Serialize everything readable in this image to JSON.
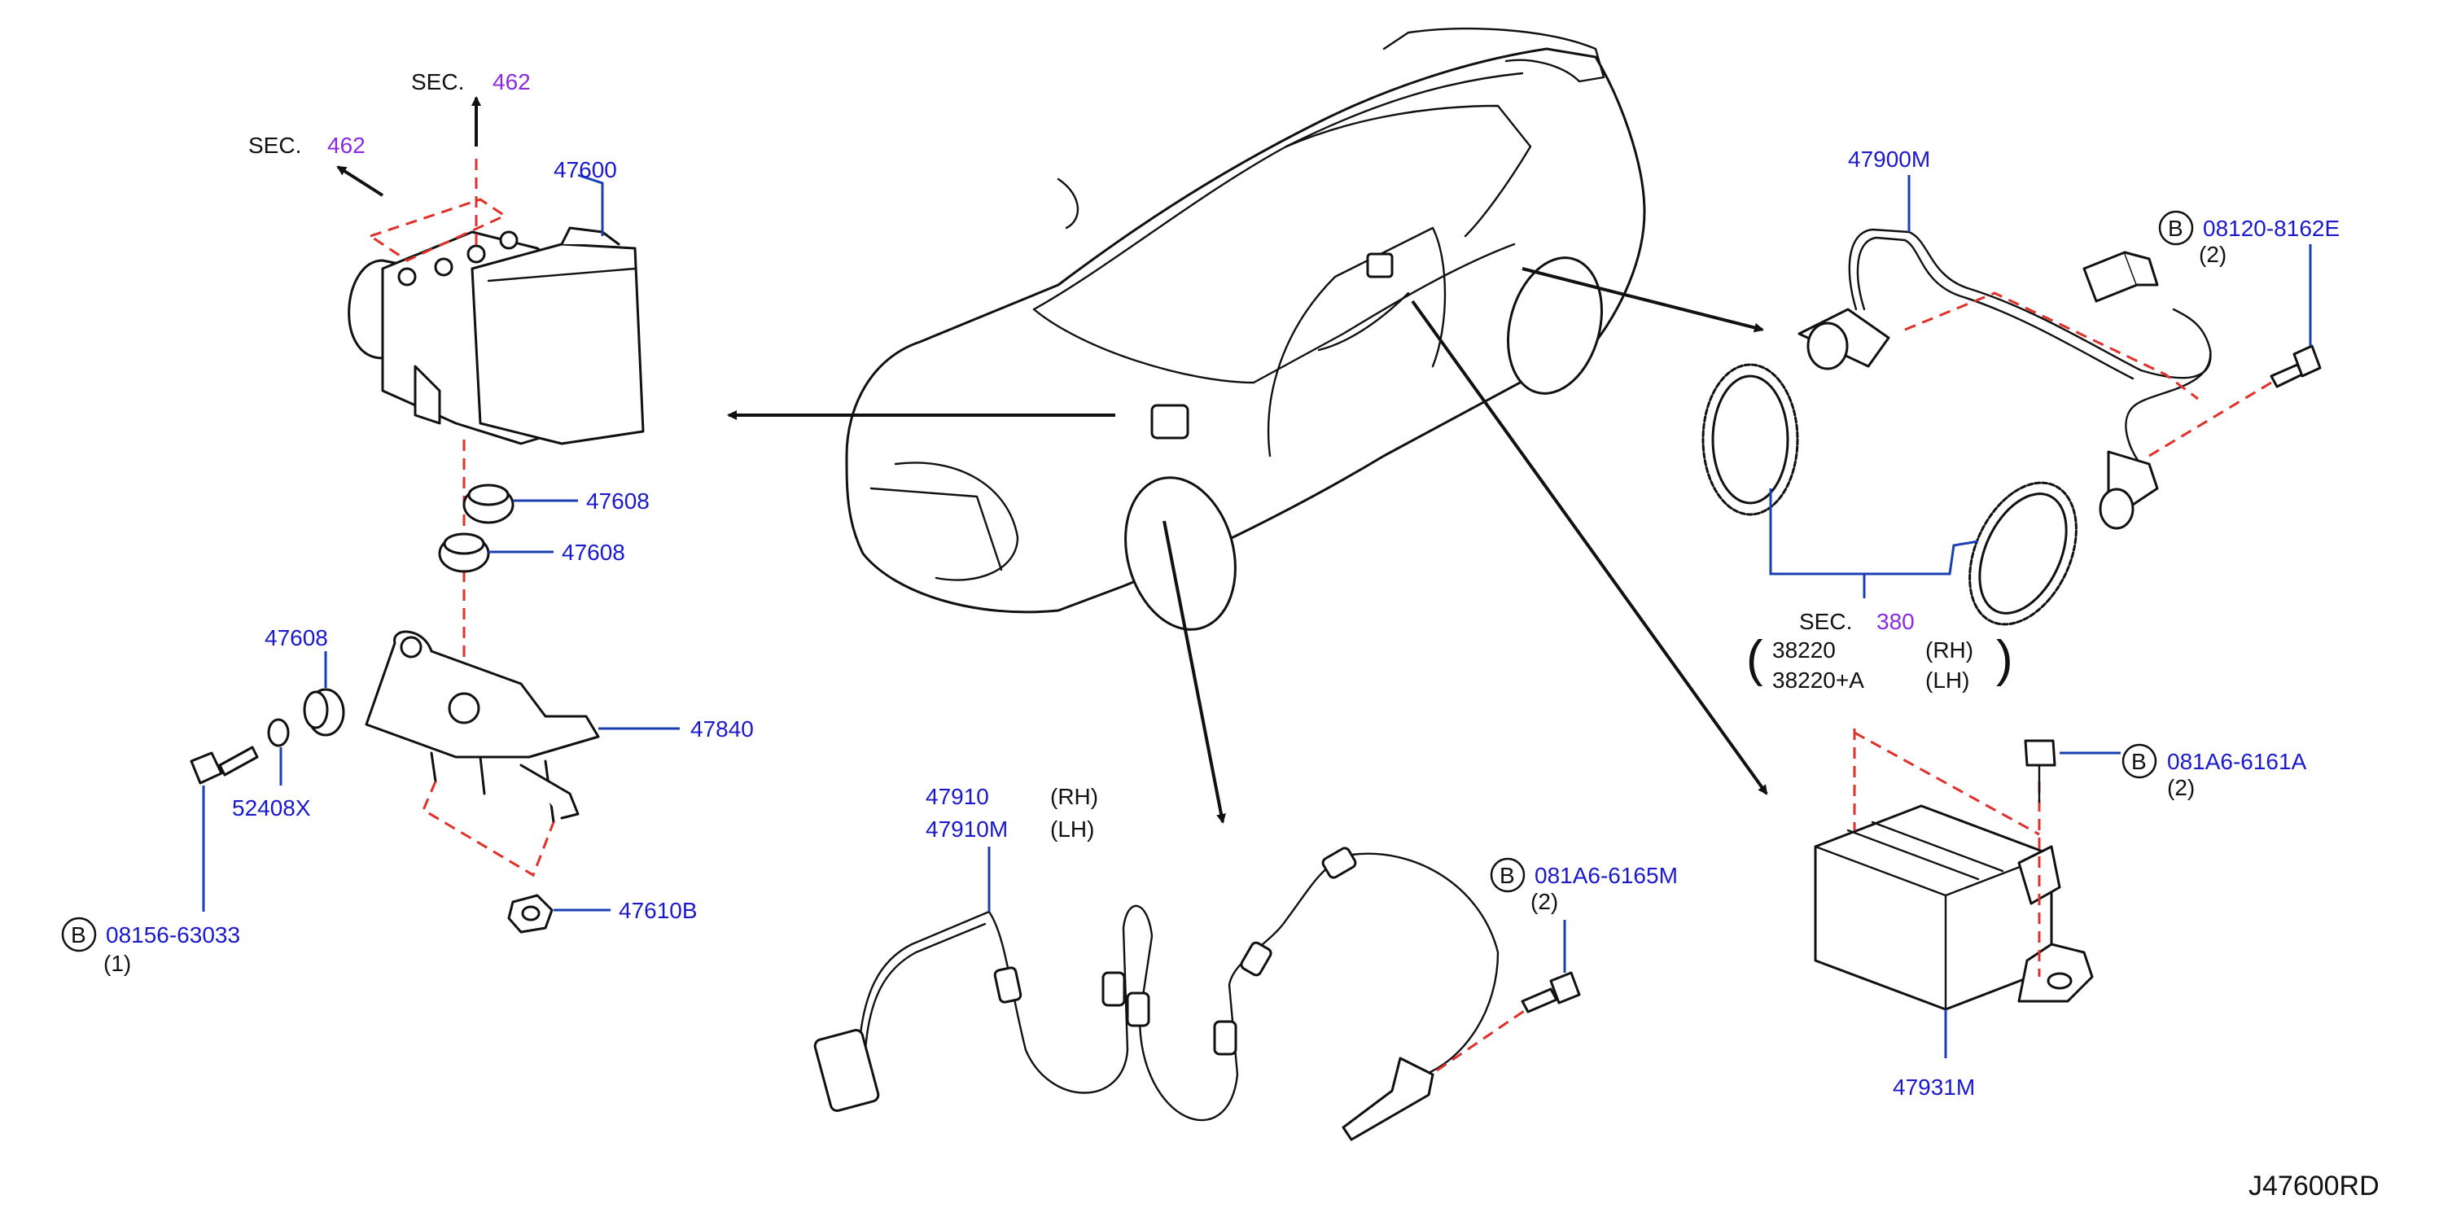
{
  "sec_upper": {
    "prefix": "SEC.",
    "num": "462"
  },
  "sec_left": {
    "prefix": "SEC.",
    "num": "462"
  },
  "sec_sensor_ring": {
    "prefix": "SEC.",
    "num": "380"
  },
  "part_abs_actuator": "47600",
  "part_mount_1": "47608",
  "part_mount_2": "47608",
  "part_mount_3": "47608",
  "part_bracket": "47840",
  "part_washer": "52408X",
  "part_nut": "47610B",
  "bolt_front": {
    "badge": "B",
    "part": "08156-63033",
    "qty": "(1)"
  },
  "front_sensor": {
    "rh_part": "47910",
    "rh_side": "(RH)",
    "lh_part": "47910M",
    "lh_side": "(LH)"
  },
  "bolt_front_sensor": {
    "badge": "B",
    "part": "081A6-6165M",
    "qty": "(2)"
  },
  "rear_sensor": "47900M",
  "bolt_rear_sensor": {
    "badge": "B",
    "part": "08120-8162E",
    "qty": "(2)"
  },
  "sensor_rotor": {
    "rh_part": "38220",
    "rh_side": "(RH)",
    "lh_part": "38220+A",
    "lh_side": "(LH)"
  },
  "bolt_gsensor": {
    "badge": "B",
    "part": "081A6-6161A",
    "qty": "(2)"
  },
  "part_gsensor": "47931M",
  "diagram_code": "J47600RD",
  "colors": {
    "part_number": "#1a1acc",
    "section_number": "#8a2be2",
    "dashed_guide": "#e0302a",
    "leader": "#1a3fb0"
  }
}
